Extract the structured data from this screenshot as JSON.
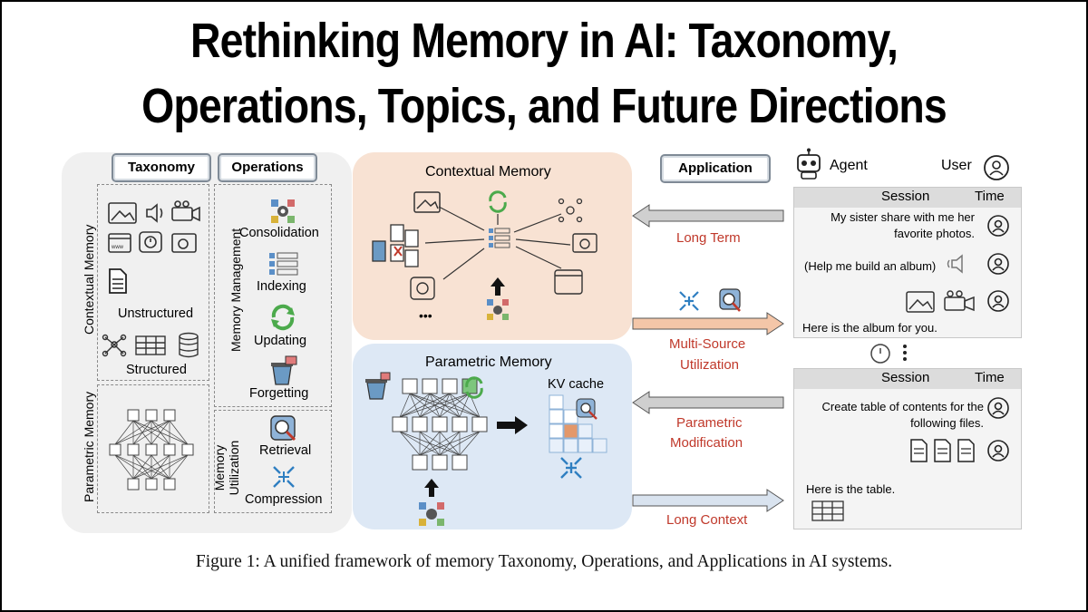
{
  "title": {
    "line1": "Rethinking Memory in AI: Taxonomy,",
    "line2": "Operations, Topics, and Future Directions"
  },
  "left_panel": {
    "taxonomy_label": "Taxonomy",
    "operations_label": "Operations",
    "contextual_memory_label": "Contextual Memory",
    "unstructured_label": "Unstructured",
    "structured_label": "Structured",
    "parametric_memory_label": "Parametric Memory",
    "memory_management_label": "Memory Management",
    "consolidation_label": "Consolidation",
    "indexing_label": "Indexing",
    "updating_label": "Updating",
    "forgetting_label": "Forgetting",
    "memory_utilization_label_1": "Memory",
    "memory_utilization_label_2": "Utilization",
    "retrieval_label": "Retrieval",
    "compression_label": "Compression",
    "icon_text_www": "www"
  },
  "center": {
    "contextual_title": "Contextual Memory",
    "parametric_title": "Parametric Memory",
    "kv_cache_label": "KV cache",
    "ellipsis": "•••"
  },
  "right_panel": {
    "application_label": "Application",
    "agent_label": "Agent",
    "user_label": "User",
    "session_label": "Session",
    "time_label": "Time",
    "msg1": "My sister share with me her favorite photos.",
    "msg2": "(Help me build an album)",
    "msg3": "Here is the album for you.",
    "msg4": "Create table of contents for the following files.",
    "msg5": "Here is the table."
  },
  "arrows": {
    "long_term": "Long Term",
    "multi_source_1": "Multi-Source",
    "multi_source_2": "Utilization",
    "parametric_mod_1": "Parametric",
    "parametric_mod_2": "Modification",
    "long_context": "Long Context"
  },
  "caption": "Figure 1: A unified framework of memory Taxonomy, Operations, and Applications in AI systems.",
  "colors": {
    "contextual_bg": "#f8e2d3",
    "parametric_bg": "#dde8f5",
    "label_red": "#c0392b",
    "highlight_green": "#7dc67d",
    "highlight_orange": "#e3986a"
  }
}
